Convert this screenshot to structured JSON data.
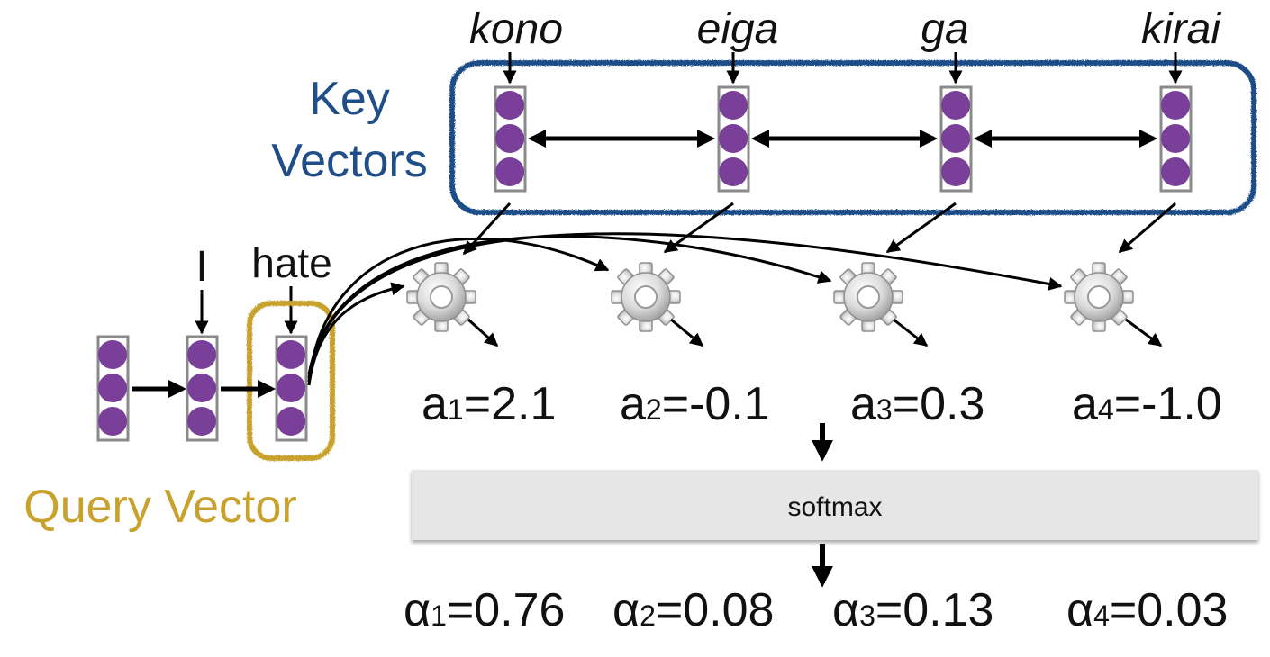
{
  "colors": {
    "key_blue": "#1f4e89",
    "query_gold": "#c9a22e",
    "node_purple": "#7a3f98",
    "column_border": "#8a8a8a",
    "softmax_fill": "#e6e6e6"
  },
  "labels": {
    "key_line1": "Key",
    "key_line2": "Vectors",
    "query": "Query Vector",
    "softmax": "softmax"
  },
  "key_words": [
    "kono",
    "eiga",
    "ga",
    "kirai"
  ],
  "query_words": [
    "I",
    "hate"
  ],
  "icons": {
    "score_function": "gear-icon"
  },
  "scores": [
    {
      "symbol": "a",
      "index": "1",
      "rest": "=2.1"
    },
    {
      "symbol": "a",
      "index": "2",
      "rest": "=-0.1"
    },
    {
      "symbol": "a",
      "index": "3",
      "rest": "=0.3"
    },
    {
      "symbol": "a",
      "index": "4",
      "rest": "=-1.0"
    }
  ],
  "weights": [
    {
      "symbol": "α",
      "index": "1",
      "rest": "=0.76"
    },
    {
      "symbol": "α",
      "index": "2",
      "rest": "=0.08"
    },
    {
      "symbol": "α",
      "index": "3",
      "rest": "=0.13"
    },
    {
      "symbol": "α",
      "index": "4",
      "rest": "=0.03"
    }
  ]
}
